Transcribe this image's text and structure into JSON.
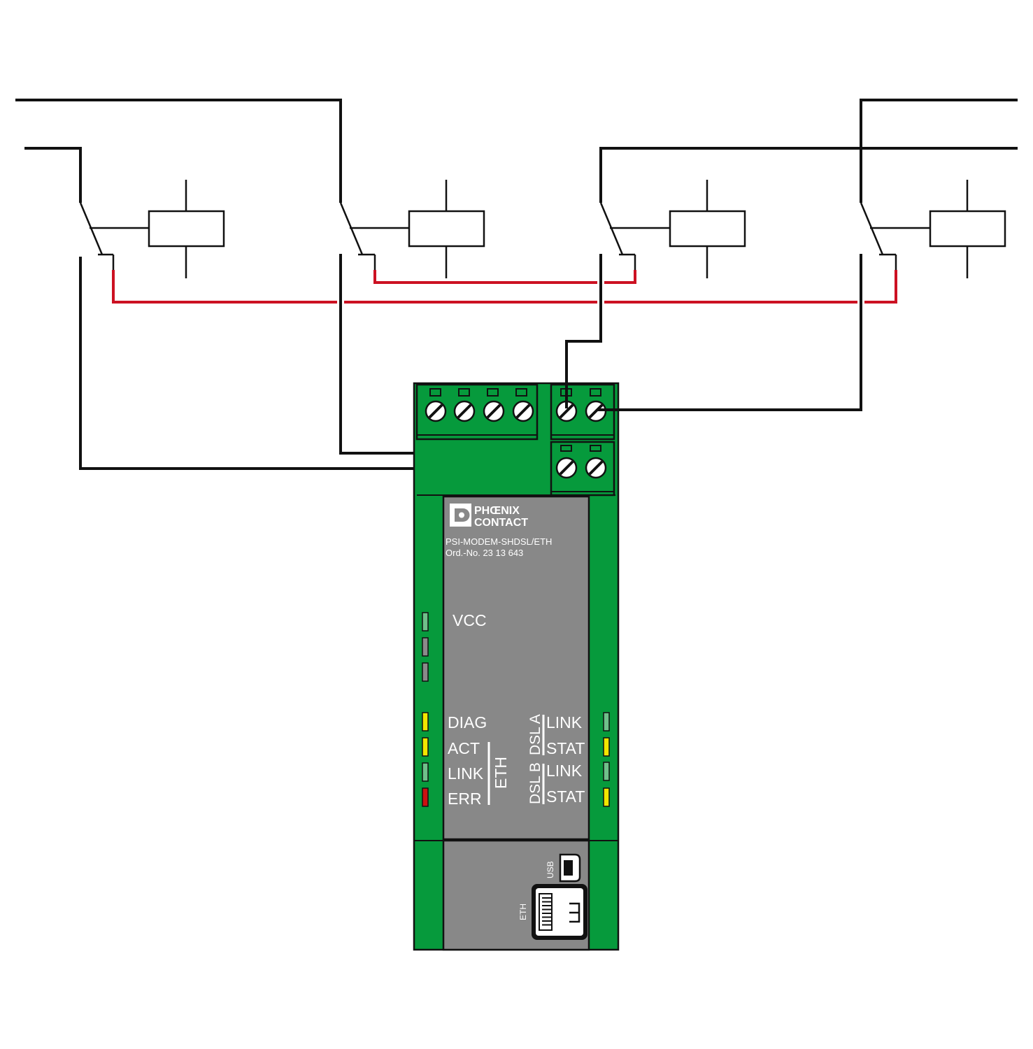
{
  "colors": {
    "wire": "#111111",
    "loop_wire": "#cc1122",
    "housing_green": "#069a3c",
    "panel_gray": "#888888",
    "led_green": "#6fc08a",
    "led_off": "#8a8a8a",
    "led_yellow": "#f2e600",
    "led_red": "#cc1111"
  },
  "brand": {
    "line1": "PHŒNIX",
    "line2": "CONTACT"
  },
  "device": {
    "model": "PSI-MODEM-SHDSL/ETH",
    "order_no": "Ord.-No. 23  13  643",
    "vcc_label": "VCC",
    "left_labels": [
      "DIAG",
      "ACT",
      "LINK",
      "ERR"
    ],
    "eth_group_label": "ETH",
    "dsl_a_label": "DSL A",
    "dsl_b_label": "DSL B",
    "right_labels": [
      "LINK",
      "STAT",
      "LINK",
      "STAT"
    ],
    "usb_label": "USB",
    "eth_port_label": "ETH"
  },
  "leds": {
    "left_top": [
      "green",
      "off",
      "off"
    ],
    "left_status": [
      "yellow",
      "yellow",
      "green",
      "red"
    ],
    "right_status": [
      "green",
      "yellow",
      "green",
      "yellow"
    ]
  }
}
